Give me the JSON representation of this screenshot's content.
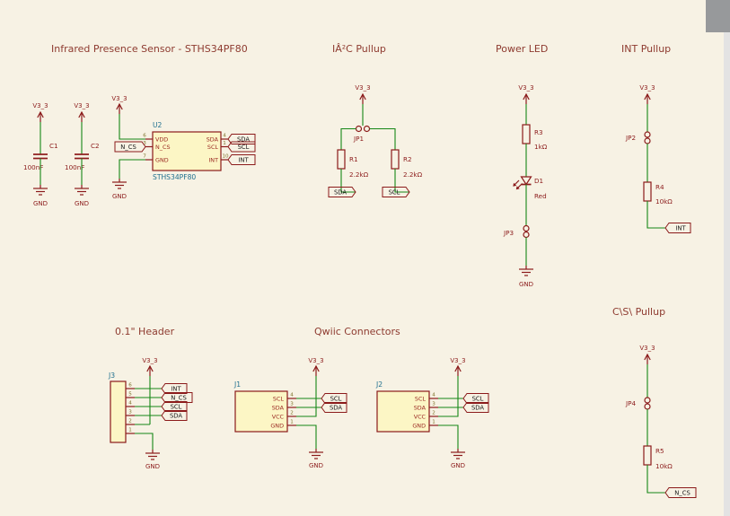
{
  "app": {
    "background_color": "#F7F2E4",
    "wire_color": "#168716",
    "symbol_color": "#8B1A1A",
    "symbol_fill_color": "#FCF6C5",
    "title_color": "#8E3B30",
    "scrollbar_color": "#E3E3E3",
    "corner_block_color": "#97999B"
  },
  "power": {
    "v3_3": "V3_3",
    "gnd": "GND"
  },
  "net_labels": {
    "sda": "SDA",
    "scl": "SCL",
    "int": "INT",
    "n_cs": "N_CS"
  },
  "sections": {
    "sensor": {
      "title": "Infrared Presence Sensor - STHS34PF80"
    },
    "i2c": {
      "title": "IÂ²C Pullup"
    },
    "power_led": {
      "title": "Power LED"
    },
    "int_pullup": {
      "title": "INT Pullup"
    },
    "header": {
      "title": "0.1\" Header"
    },
    "qwiic": {
      "title": "Qwiic Connectors"
    },
    "cs_pullup": {
      "title": "C\\S\\ Pullup"
    }
  },
  "components": {
    "c1": {
      "ref": "C1",
      "value": "100nF"
    },
    "c2": {
      "ref": "C2",
      "value": "100nF"
    },
    "u2": {
      "ref": "U2",
      "value": "STHS34PF80",
      "pins_left": [
        {
          "num": "6",
          "name": "VDD"
        },
        {
          "num": "3",
          "name": "N_CS"
        },
        {
          "num": "7",
          "name": "GND"
        }
      ],
      "pins_right": [
        {
          "num": "4",
          "name": "SDA"
        },
        {
          "num": "1",
          "name": "SCL"
        },
        {
          "num": "10",
          "name": "INT"
        }
      ]
    },
    "jp1": {
      "ref": "JP1"
    },
    "jp2": {
      "ref": "JP2"
    },
    "jp3": {
      "ref": "JP3"
    },
    "jp4": {
      "ref": "JP4"
    },
    "r1": {
      "ref": "R1",
      "value": "2.2kΩ"
    },
    "r2": {
      "ref": "R2",
      "value": "2.2kΩ"
    },
    "r3": {
      "ref": "R3",
      "value": "1kΩ"
    },
    "r4": {
      "ref": "R4",
      "value": "10kΩ"
    },
    "r5": {
      "ref": "R5",
      "value": "10kΩ"
    },
    "d1": {
      "ref": "D1",
      "value": "Red"
    },
    "j1": {
      "ref": "J1",
      "pins": [
        {
          "num": "4",
          "name": "SCL"
        },
        {
          "num": "3",
          "name": "SDA"
        },
        {
          "num": "2",
          "name": "VCC"
        },
        {
          "num": "1",
          "name": "GND"
        }
      ]
    },
    "j2": {
      "ref": "J2",
      "pins": [
        {
          "num": "4",
          "name": "SCL"
        },
        {
          "num": "3",
          "name": "SDA"
        },
        {
          "num": "2",
          "name": "VCC"
        },
        {
          "num": "1",
          "name": "GND"
        }
      ]
    },
    "j3": {
      "ref": "J3",
      "pin_numbers": [
        "6",
        "5",
        "4",
        "3",
        "2",
        "1"
      ]
    }
  }
}
